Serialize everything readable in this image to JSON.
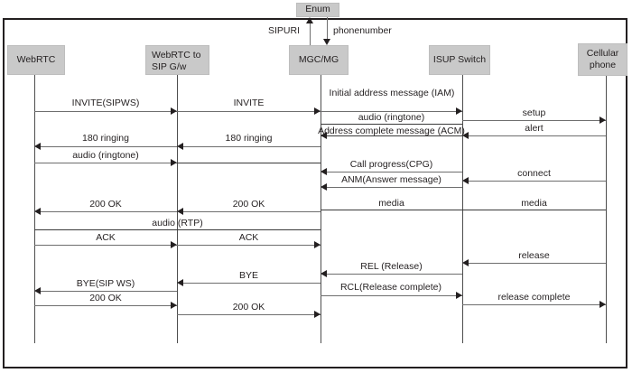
{
  "diagram": {
    "title": "WebRTC to ISUP call flow sequence diagram",
    "type": "sequence-diagram",
    "background": "#ffffff",
    "actor_fill": "#c9c9c9",
    "line_color": "#6e6e6e",
    "border_color": "#231f20"
  },
  "actors": [
    {
      "id": "webrtc",
      "label": "WebRTC",
      "align": "center"
    },
    {
      "id": "gw",
      "label": "WebRTC to SIP G/w",
      "align": "left"
    },
    {
      "id": "mgc",
      "label": "MGC/MG",
      "align": "center"
    },
    {
      "id": "isup",
      "label": "ISUP Switch",
      "align": "center"
    },
    {
      "id": "cell",
      "label": "Cellular phone",
      "align": "center"
    }
  ],
  "enum": {
    "label": "Enum",
    "up_label": "SIPURI",
    "down_label": "phonenumber"
  },
  "messages": [
    {
      "id": "m1",
      "label": "INVITE(SIPWS)",
      "from": "webrtc",
      "to": "gw",
      "direction": "right"
    },
    {
      "id": "m2",
      "label": "INVITE",
      "from": "gw",
      "to": "mgc",
      "direction": "right"
    },
    {
      "id": "m3",
      "label": "Initial address message (IAM)",
      "from": "mgc",
      "to": "isup",
      "direction": "right"
    },
    {
      "id": "m4",
      "label": "setup",
      "from": "isup",
      "to": "cell",
      "direction": "right"
    },
    {
      "id": "m5",
      "label": "audio (ringtone)",
      "from": "mgc",
      "to": "isup",
      "direction": "none"
    },
    {
      "id": "m6",
      "label": "alert",
      "from": "cell",
      "to": "isup",
      "direction": "left"
    },
    {
      "id": "m7",
      "label": "Address complete message (ACM)",
      "from": "isup",
      "to": "mgc",
      "direction": "left"
    },
    {
      "id": "m8",
      "label": "180 ringing",
      "from": "gw",
      "to": "webrtc",
      "direction": "left"
    },
    {
      "id": "m9",
      "label": "180 ringing",
      "from": "mgc",
      "to": "gw",
      "direction": "left"
    },
    {
      "id": "m10",
      "label": "audio (ringtone)",
      "from": "webrtc",
      "to": "gw",
      "direction": "right"
    },
    {
      "id": "m11",
      "label": "Call progress(CPG)",
      "from": "isup",
      "to": "mgc",
      "direction": "left"
    },
    {
      "id": "m12",
      "label": "connect",
      "from": "cell",
      "to": "isup",
      "direction": "left"
    },
    {
      "id": "m13",
      "label": "ANM(Answer message)",
      "from": "isup",
      "to": "mgc",
      "direction": "left"
    },
    {
      "id": "m14",
      "label": "media",
      "from": "mgc",
      "to": "isup",
      "direction": "none"
    },
    {
      "id": "m15",
      "label": "media",
      "from": "isup",
      "to": "cell",
      "direction": "none"
    },
    {
      "id": "m16",
      "label": "200 OK",
      "from": "gw",
      "to": "webrtc",
      "direction": "left"
    },
    {
      "id": "m17",
      "label": "200 OK",
      "from": "mgc",
      "to": "gw",
      "direction": "left"
    },
    {
      "id": "m18",
      "label": "audio (RTP)",
      "from": "webrtc",
      "to": "mgc",
      "direction": "none"
    },
    {
      "id": "m19",
      "label": "ACK",
      "from": "webrtc",
      "to": "gw",
      "direction": "right"
    },
    {
      "id": "m20",
      "label": "ACK",
      "from": "gw",
      "to": "mgc",
      "direction": "right"
    },
    {
      "id": "m21",
      "label": "release",
      "from": "cell",
      "to": "isup",
      "direction": "left"
    },
    {
      "id": "m22",
      "label": "REL (Release)",
      "from": "isup",
      "to": "mgc",
      "direction": "left"
    },
    {
      "id": "m23",
      "label": "BYE",
      "from": "mgc",
      "to": "gw",
      "direction": "left"
    },
    {
      "id": "m24",
      "label": "BYE(SIP WS)",
      "from": "gw",
      "to": "webrtc",
      "direction": "left"
    },
    {
      "id": "m25",
      "label": "RCL(Release complete)",
      "from": "mgc",
      "to": "isup",
      "direction": "right"
    },
    {
      "id": "m26",
      "label": "release complete",
      "from": "isup",
      "to": "cell",
      "direction": "right"
    },
    {
      "id": "m27",
      "label": "200 OK",
      "from": "webrtc",
      "to": "gw",
      "direction": "right"
    },
    {
      "id": "m28",
      "label": "200 OK",
      "from": "gw",
      "to": "mgc",
      "direction": "right"
    }
  ]
}
